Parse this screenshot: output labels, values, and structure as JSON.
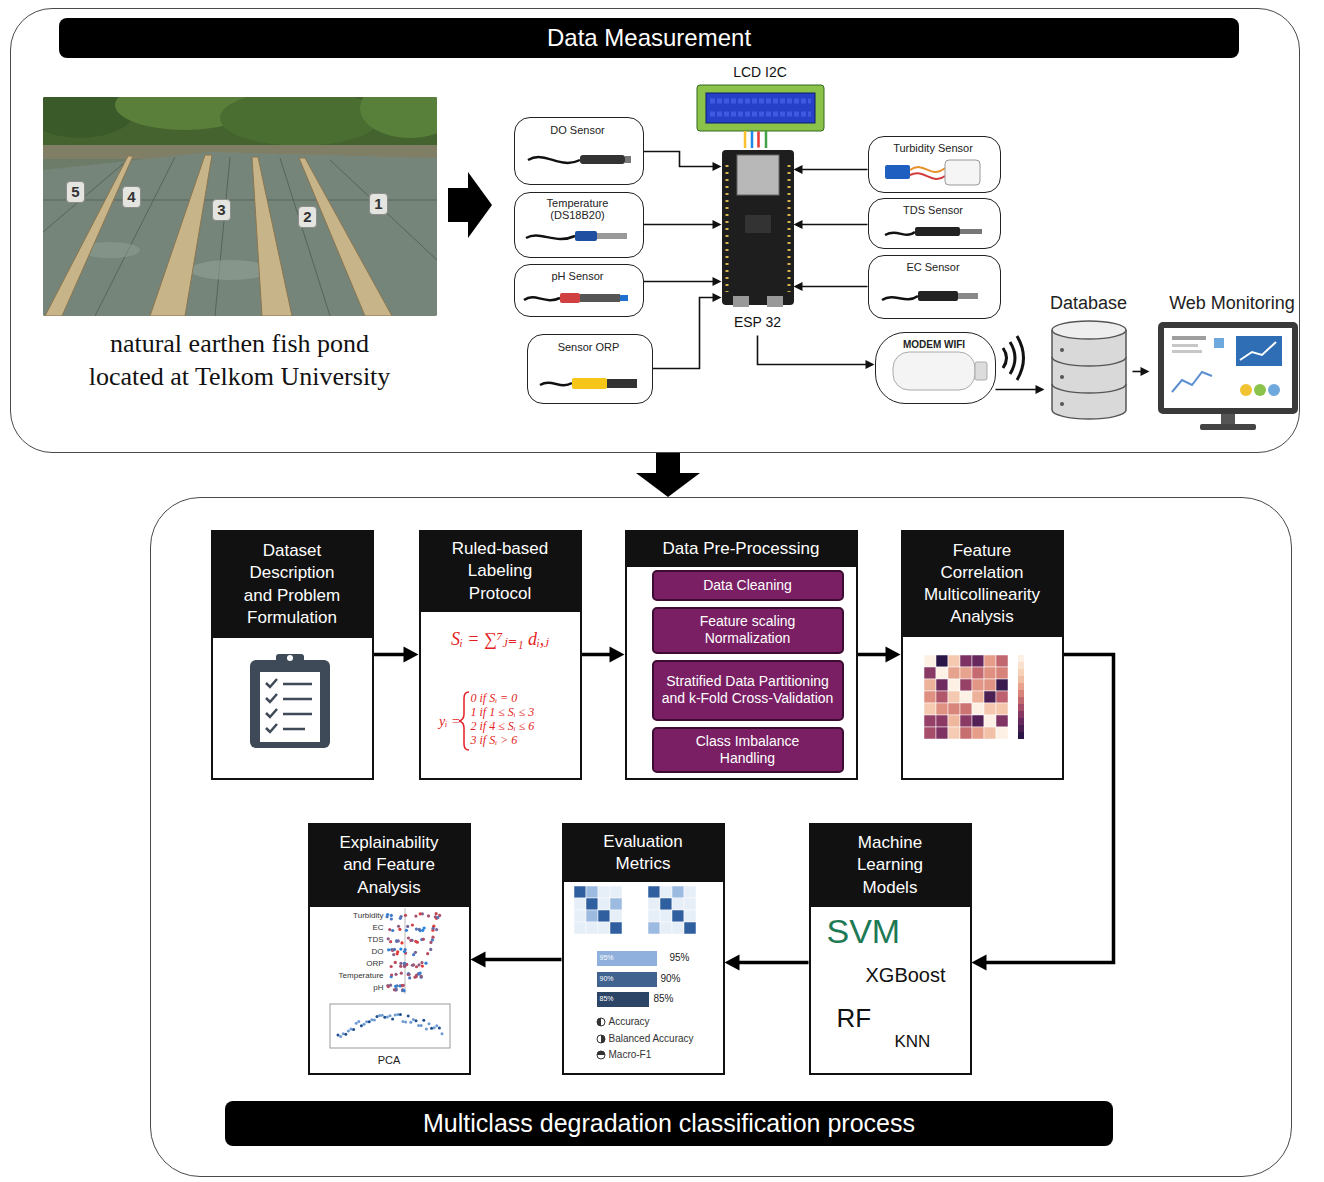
{
  "diagram": {
    "nodes": [
      {
        "text": [
          "Data Measurement"
        ]
      },
      {
        "text": [
          "natural earthen fish pond located at Telkom University"
        ],
        "in": 0
      },
      {
        "text": [
          "LCD I2C"
        ],
        "in": 0
      },
      {
        "text": [
          "DO Sensor"
        ],
        "in": 0
      },
      {
        "text": [
          "Temperature (DS18B20)"
        ],
        "in": 0
      },
      {
        "text": [
          "pH Sensor"
        ],
        "in": 0
      },
      {
        "text": [
          "Sensor ORP"
        ],
        "in": 0
      },
      {
        "text": [
          "ESP 32"
        ],
        "in": 0
      },
      {
        "text": [
          "Turbidity Sensor"
        ],
        "in": 0
      },
      {
        "text": [
          "TDS Sensor"
        ],
        "in": 0
      },
      {
        "text": [
          "EC Sensor"
        ],
        "in": 0
      },
      {
        "text": [
          "MODEM WIFI"
        ],
        "in": 0
      },
      {
        "text": [
          "Database"
        ],
        "in": 0
      },
      {
        "text": [
          "Web Monitoring"
        ],
        "in": 0
      },
      {
        "text": [
          "Multiclass degradation classification process"
        ]
      },
      {
        "text": [
          "Dataset Description and Problem Formulation"
        ],
        "in": 14
      },
      {
        "text": [
          "Ruled-based Labeling Protocol",
          "Sᵢ = ∑⁷ⱼ₌₁ dᵢ,ⱼ",
          "yᵢ =",
          "0 if Sᵢ = 0",
          "1 if 1 ≤ Sᵢ ≤ 3",
          "2 if 4 ≤ Sᵢ ≤ 6",
          "3 if Sᵢ > 6"
        ],
        "in": 14
      },
      {
        "text": [
          "Data Pre-Processing"
        ],
        "in": 14
      },
      {
        "text": [
          "Data Cleaning"
        ],
        "in": 17
      },
      {
        "text": [
          "Feature scaling Normalization"
        ],
        "in": 17
      },
      {
        "text": [
          "Stratified Data Partitioning and k-Fold Cross-Validation"
        ],
        "in": 17
      },
      {
        "text": [
          "Class Imbalance Handling"
        ],
        "in": 17
      },
      {
        "text": [
          "Feature Correlation Multicollinearity Analysis"
        ],
        "in": 14
      },
      {
        "text": [
          "Machine Learning Models",
          "SVM",
          "XGBoost",
          "RF",
          "KNN"
        ],
        "in": 14
      },
      {
        "text": [
          "Evaluation Metrics",
          "95%",
          "95%",
          "90%",
          "90%",
          "85%",
          "85%",
          "Accuracy",
          "Balanced Accuracy",
          "Macro-F1"
        ],
        "in": 14
      },
      {
        "text": [
          "Explainability and Feature Analysis",
          "Turbidity",
          "EC",
          "TDS",
          "DO",
          "ORP",
          "Temperature",
          "pH",
          "PCA"
        ],
        "in": 14
      }
    ],
    "edges": [
      {
        "from": 3,
        "to": 7,
        "arrow": "to"
      },
      {
        "from": 4,
        "to": 7,
        "arrow": "to"
      },
      {
        "from": 5,
        "to": 7,
        "arrow": "to"
      },
      {
        "from": 6,
        "to": 7,
        "arrow": "to"
      },
      {
        "from": 8,
        "to": 7,
        "arrow": "to"
      },
      {
        "from": 9,
        "to": 7,
        "arrow": "to"
      },
      {
        "from": 10,
        "to": 7,
        "arrow": "to"
      },
      {
        "from": 7,
        "to": 2,
        "arrow": "none"
      },
      {
        "from": 7,
        "to": 11,
        "arrow": "to"
      },
      {
        "from": 11,
        "to": 12,
        "arrow": "to"
      },
      {
        "from": 12,
        "to": 13,
        "arrow": "to"
      },
      {
        "from": 0,
        "to": 14,
        "arrow": "to"
      },
      {
        "from": 15,
        "to": 16,
        "arrow": "to"
      },
      {
        "from": 16,
        "to": 17,
        "arrow": "to"
      },
      {
        "from": 17,
        "to": 22,
        "arrow": "to"
      },
      {
        "from": 22,
        "to": 23,
        "arrow": "to"
      },
      {
        "from": 23,
        "to": 24,
        "arrow": "to"
      },
      {
        "from": 24,
        "to": 25,
        "arrow": "to"
      }
    ],
    "labels": [
      "5",
      "4",
      "3",
      "2",
      "1"
    ]
  }
}
